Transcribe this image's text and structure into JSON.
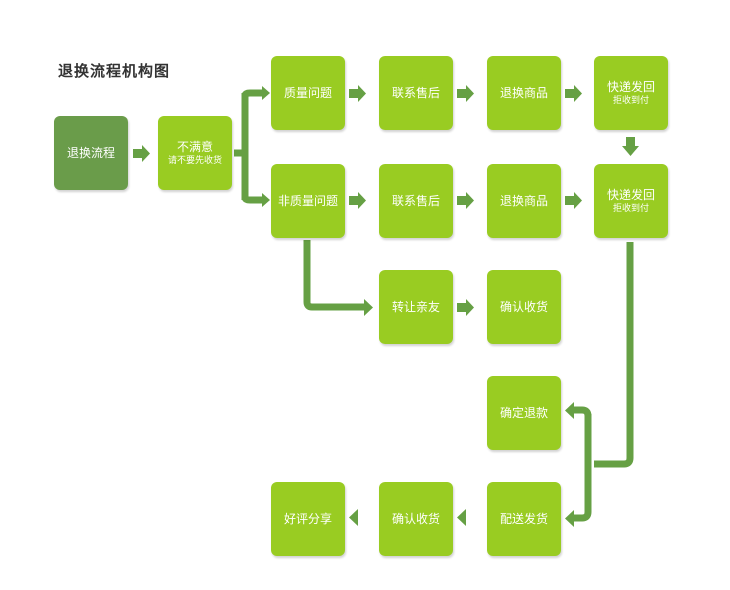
{
  "title": "退换流程机构图",
  "colors": {
    "box": "#99cc22",
    "box_dark": "#6a9c4a",
    "connector": "#66a044"
  },
  "nodes": {
    "start": {
      "main": "退换流程"
    },
    "unsatisfied": {
      "main": "不满意",
      "sub": "请不要先收货"
    },
    "quality_issue": {
      "main": "质量问题"
    },
    "contact_service_1": {
      "main": "联系售后"
    },
    "return_goods_1": {
      "main": "退换商品"
    },
    "ship_back_1": {
      "main": "快递发回",
      "sub": "拒收到付"
    },
    "non_quality_issue": {
      "main": "非质量问题"
    },
    "contact_service_2": {
      "main": "联系售后"
    },
    "return_goods_2": {
      "main": "退换商品"
    },
    "ship_back_2": {
      "main": "快递发回",
      "sub": "拒收到付"
    },
    "transfer_friend": {
      "main": "转让亲友"
    },
    "confirm_receipt_1": {
      "main": "确认收货"
    },
    "confirm_refund": {
      "main": "确定退款"
    },
    "deliver": {
      "main": "配送发货"
    },
    "confirm_receipt_2": {
      "main": "确认收货"
    },
    "good_review": {
      "main": "好评分享"
    }
  }
}
